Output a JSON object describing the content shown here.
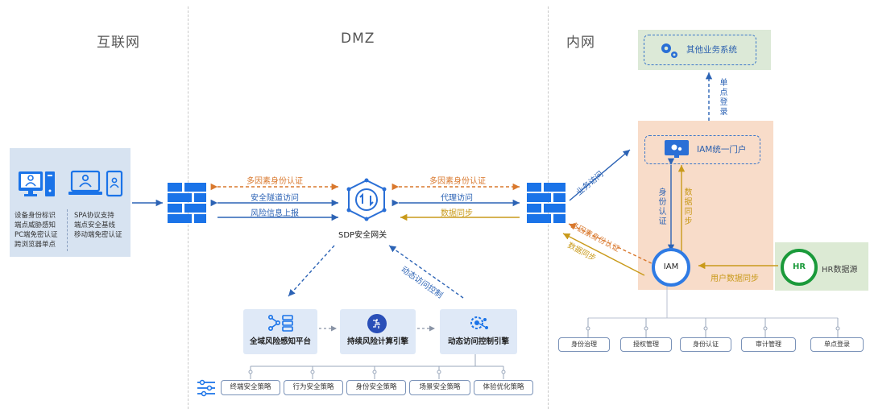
{
  "zones": {
    "internet": "互联网",
    "dmz": "DMZ",
    "intranet": "内网"
  },
  "client": {
    "left_lines": [
      "设备身份标识",
      "端点威胁感知",
      "PC端免密认证",
      "跨浏览器单点"
    ],
    "right_lines": [
      "SPA协议支持",
      "端点安全基线",
      "移动端免密认证"
    ]
  },
  "gateway": {
    "label": "SDP安全网关"
  },
  "left_arrows": {
    "multi_auth": "多因素身份认证",
    "tunnel": "安全隧道访问",
    "risk_report": "风险信息上报"
  },
  "right_arrows": {
    "multi_auth": "多因素身份认证",
    "proxy": "代理访问",
    "data_sync": "数据同步"
  },
  "dynamic_control": "动态访问控制",
  "engines": [
    "全域风险感知平台",
    "持续风险计算引擎",
    "动态访问控制引擎"
  ],
  "policies": [
    "终端安全策略",
    "行为安全策略",
    "身份安全策略",
    "场景安全策略",
    "体验优化策略"
  ],
  "intranet": {
    "business_access": "业务访问",
    "other_systems": "其他业务系统",
    "sso": "单点登录",
    "iam_portal": "IAM统一门户",
    "identity_auth": "身份认证",
    "data_sync_v": "数据同步",
    "iam": "IAM",
    "diag_multi_auth": "多因素身份认证",
    "diag_data_sync": "数据同步",
    "hr_user_sync": "用户数据同步",
    "hr": "HR",
    "hr_source": "HR数据源",
    "iam_modules": [
      "身份治理",
      "授权管理",
      "身份认证",
      "审计管理",
      "单点登录"
    ]
  },
  "colors": {
    "blue_arrow": "#2c63b5",
    "orange_arrow": "#d9782d",
    "gold_arrow": "#c99a1a",
    "firewall": "#1a73e8",
    "hr_green": "#1a9a3a"
  }
}
